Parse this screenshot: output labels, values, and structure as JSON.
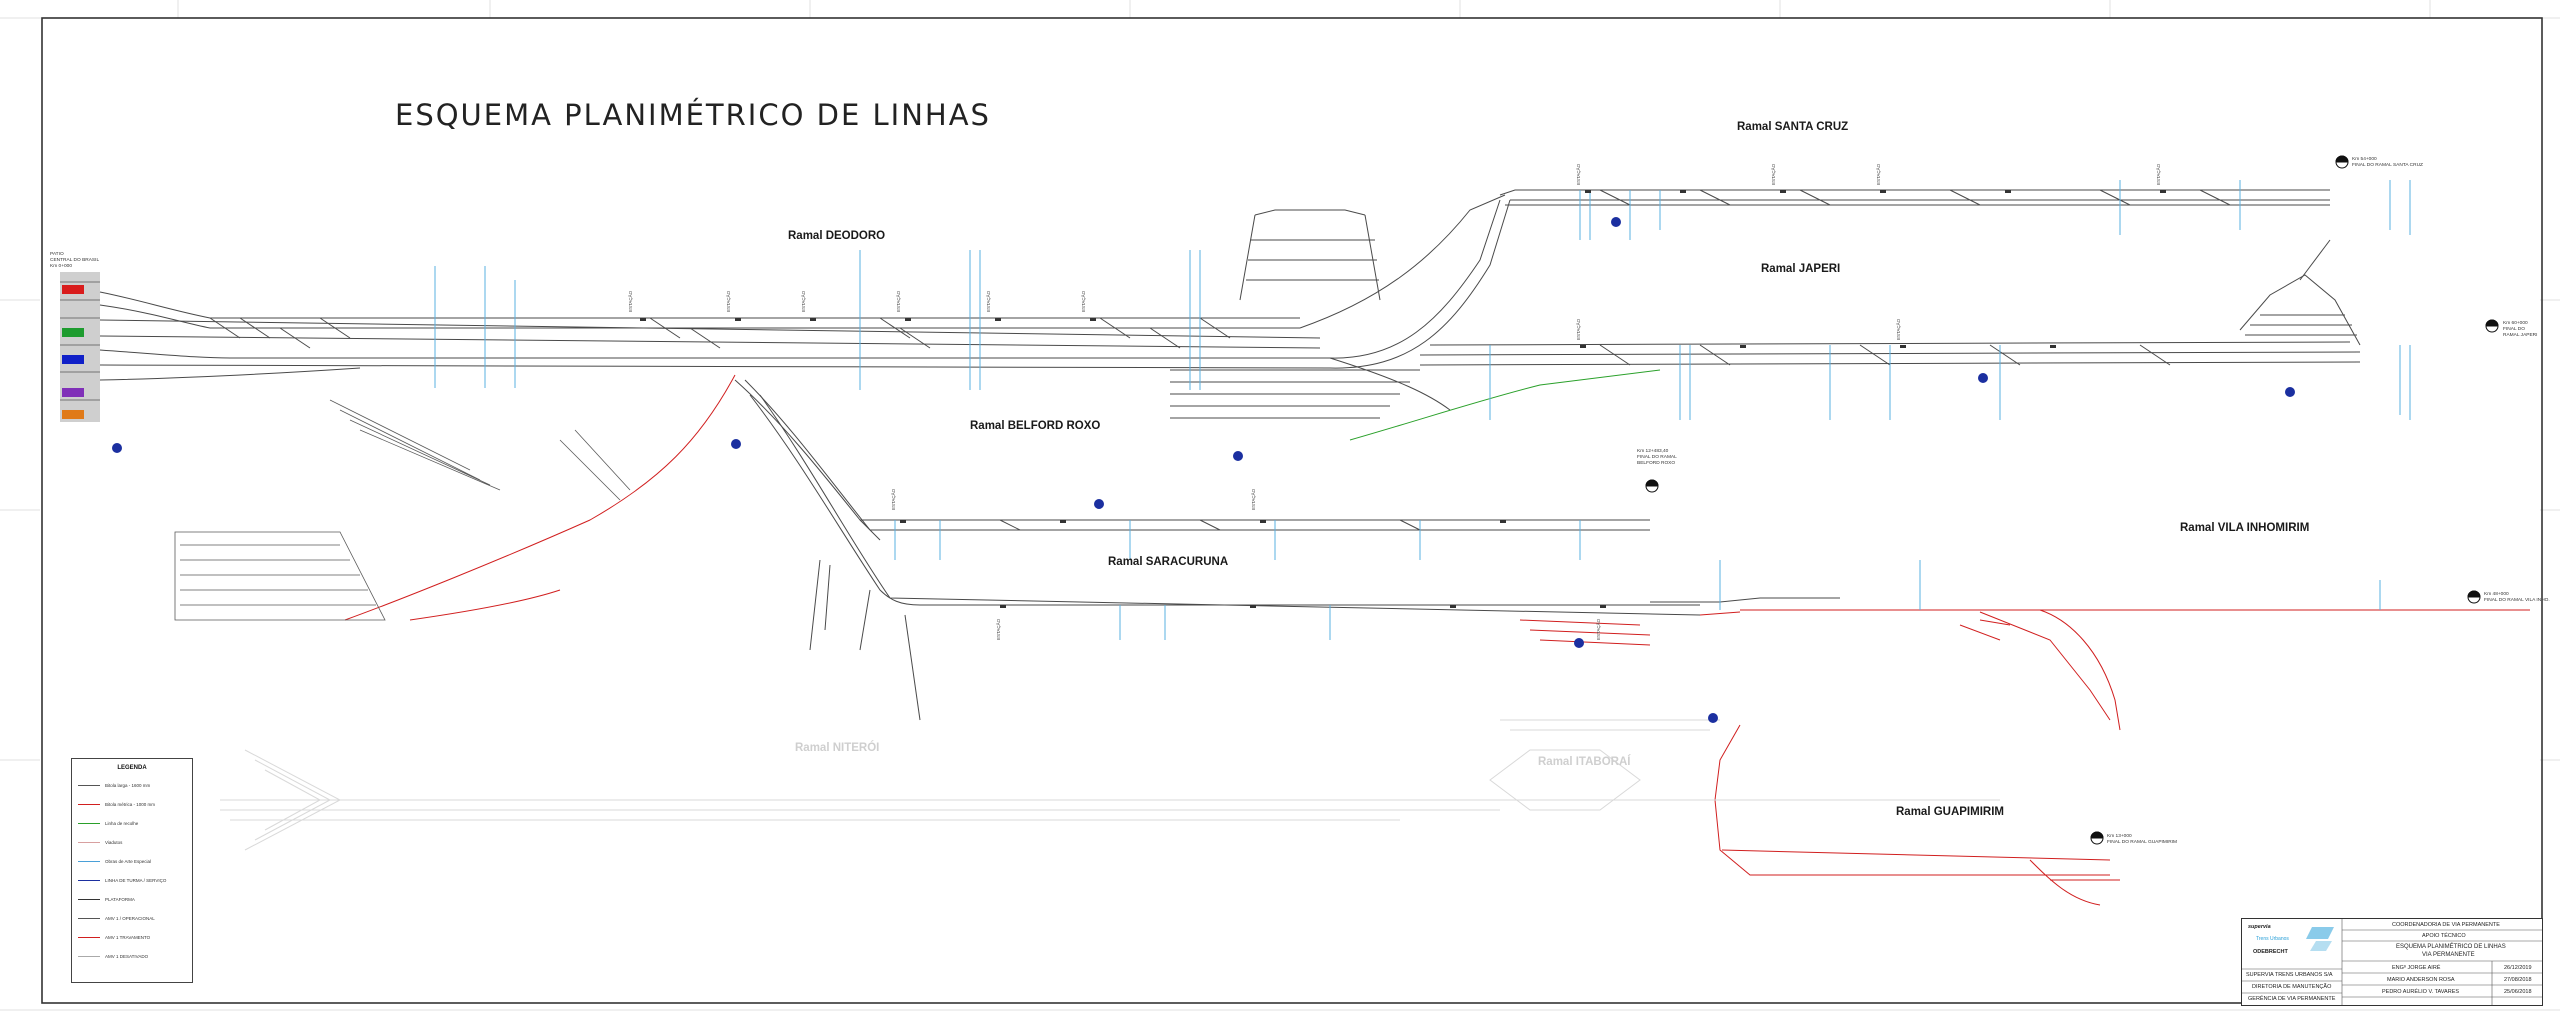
{
  "title": "ESQUEMA PLANIMÉTRICO DE LINHAS",
  "ramais": [
    {
      "name": "Ramal SANTA CRUZ"
    },
    {
      "name": "Ramal JAPERI"
    },
    {
      "name": "Ramal DEODORO"
    },
    {
      "name": "Ramal BELFORD ROXO"
    },
    {
      "name": "Ramal SARACURUNA"
    },
    {
      "name": "Ramal VILA INHOMIRIM"
    },
    {
      "name": "Ramal GUAPIMIRIM"
    },
    {
      "name": "Ramal NITERÓI"
    },
    {
      "name": "Ramal ITABORAÍ"
    }
  ],
  "start_label": [
    "PATIO",
    "CENTRAL DO BRASIL",
    "Km 0+000"
  ],
  "end_labels": {
    "santa_cruz": [
      "Km 54+000",
      "FINAL DO RAMAL SANTA CRUZ"
    ],
    "japeri": [
      "Km 60+000",
      "FINAL DO",
      "RAMAL JAPERI"
    ],
    "belford_roxo": [
      "Km 12+483,40",
      "FINAL DO RAMAL",
      "BELFORD ROXO"
    ],
    "vila_inhomirim": [
      "Km 48+000",
      "FINAL DO RAMAL VILA INHO."
    ],
    "guapimirim": [
      "Km 13+000",
      "FINAL DO RAMAL GUAPIMIRIM"
    ]
  },
  "legend": {
    "title": "LEGENDA",
    "items": [
      {
        "label": "Bitola larga - 1600 mm",
        "color": "#555555"
      },
      {
        "label": "Bitola métrica - 1000 mm",
        "color": "#d11f1f"
      },
      {
        "label": "Linha de recolhe",
        "color": "#2aa02a"
      },
      {
        "label": "Viadutos",
        "color": "#d8a0a0"
      },
      {
        "label": "Obras de Arte Especial",
        "color": "#4aa0d8"
      },
      {
        "label": "LINHA DE TURMA / SERVIÇO",
        "color": "#1b2fa0"
      },
      {
        "label": "PLATAFORMA",
        "color": "#333333"
      },
      {
        "label": "AMV 1 / OPERACIONAL",
        "color": "#555555"
      },
      {
        "label": "AMV 1 TRAVAMENTO",
        "color": "#d11f1f"
      },
      {
        "label": "AMV 1 DESATIVADO",
        "color": "#aaaaaa"
      }
    ]
  },
  "title_block": {
    "logo_top": "supervia",
    "logo_sub": "Trens Urbanos",
    "logo_main": "ODEBRECHT",
    "rows_left": [
      "SUPERVIA TRENS URBANOS S/A",
      "DIRETORIA DE MANUTENÇÃO",
      "GERÊNCIA DE VIA PERMANENTE"
    ],
    "header": "COORDENADORIA DE VIA PERMANENTE",
    "sub": "APOIO TÉCNICO",
    "drawing_title": [
      "ESQUEMA PLANIMÉTRICO DE LINHAS",
      "VIA PERMANENTE"
    ],
    "drawn": "ENGº JORGE AIRÉ",
    "checked": "MARIO ANDERSON ROSA",
    "approved": "PEDRO AURÉLIO V. TAVARES",
    "dates": [
      "26/12/2019",
      "27/08/2018",
      "25/06/2018"
    ]
  },
  "colors": {
    "broad": "#4a4a4a",
    "meter": "#d11f1f",
    "recolhe": "#2aa02a",
    "oae": "#5ab0e0",
    "badge": "#1b2fa0"
  }
}
